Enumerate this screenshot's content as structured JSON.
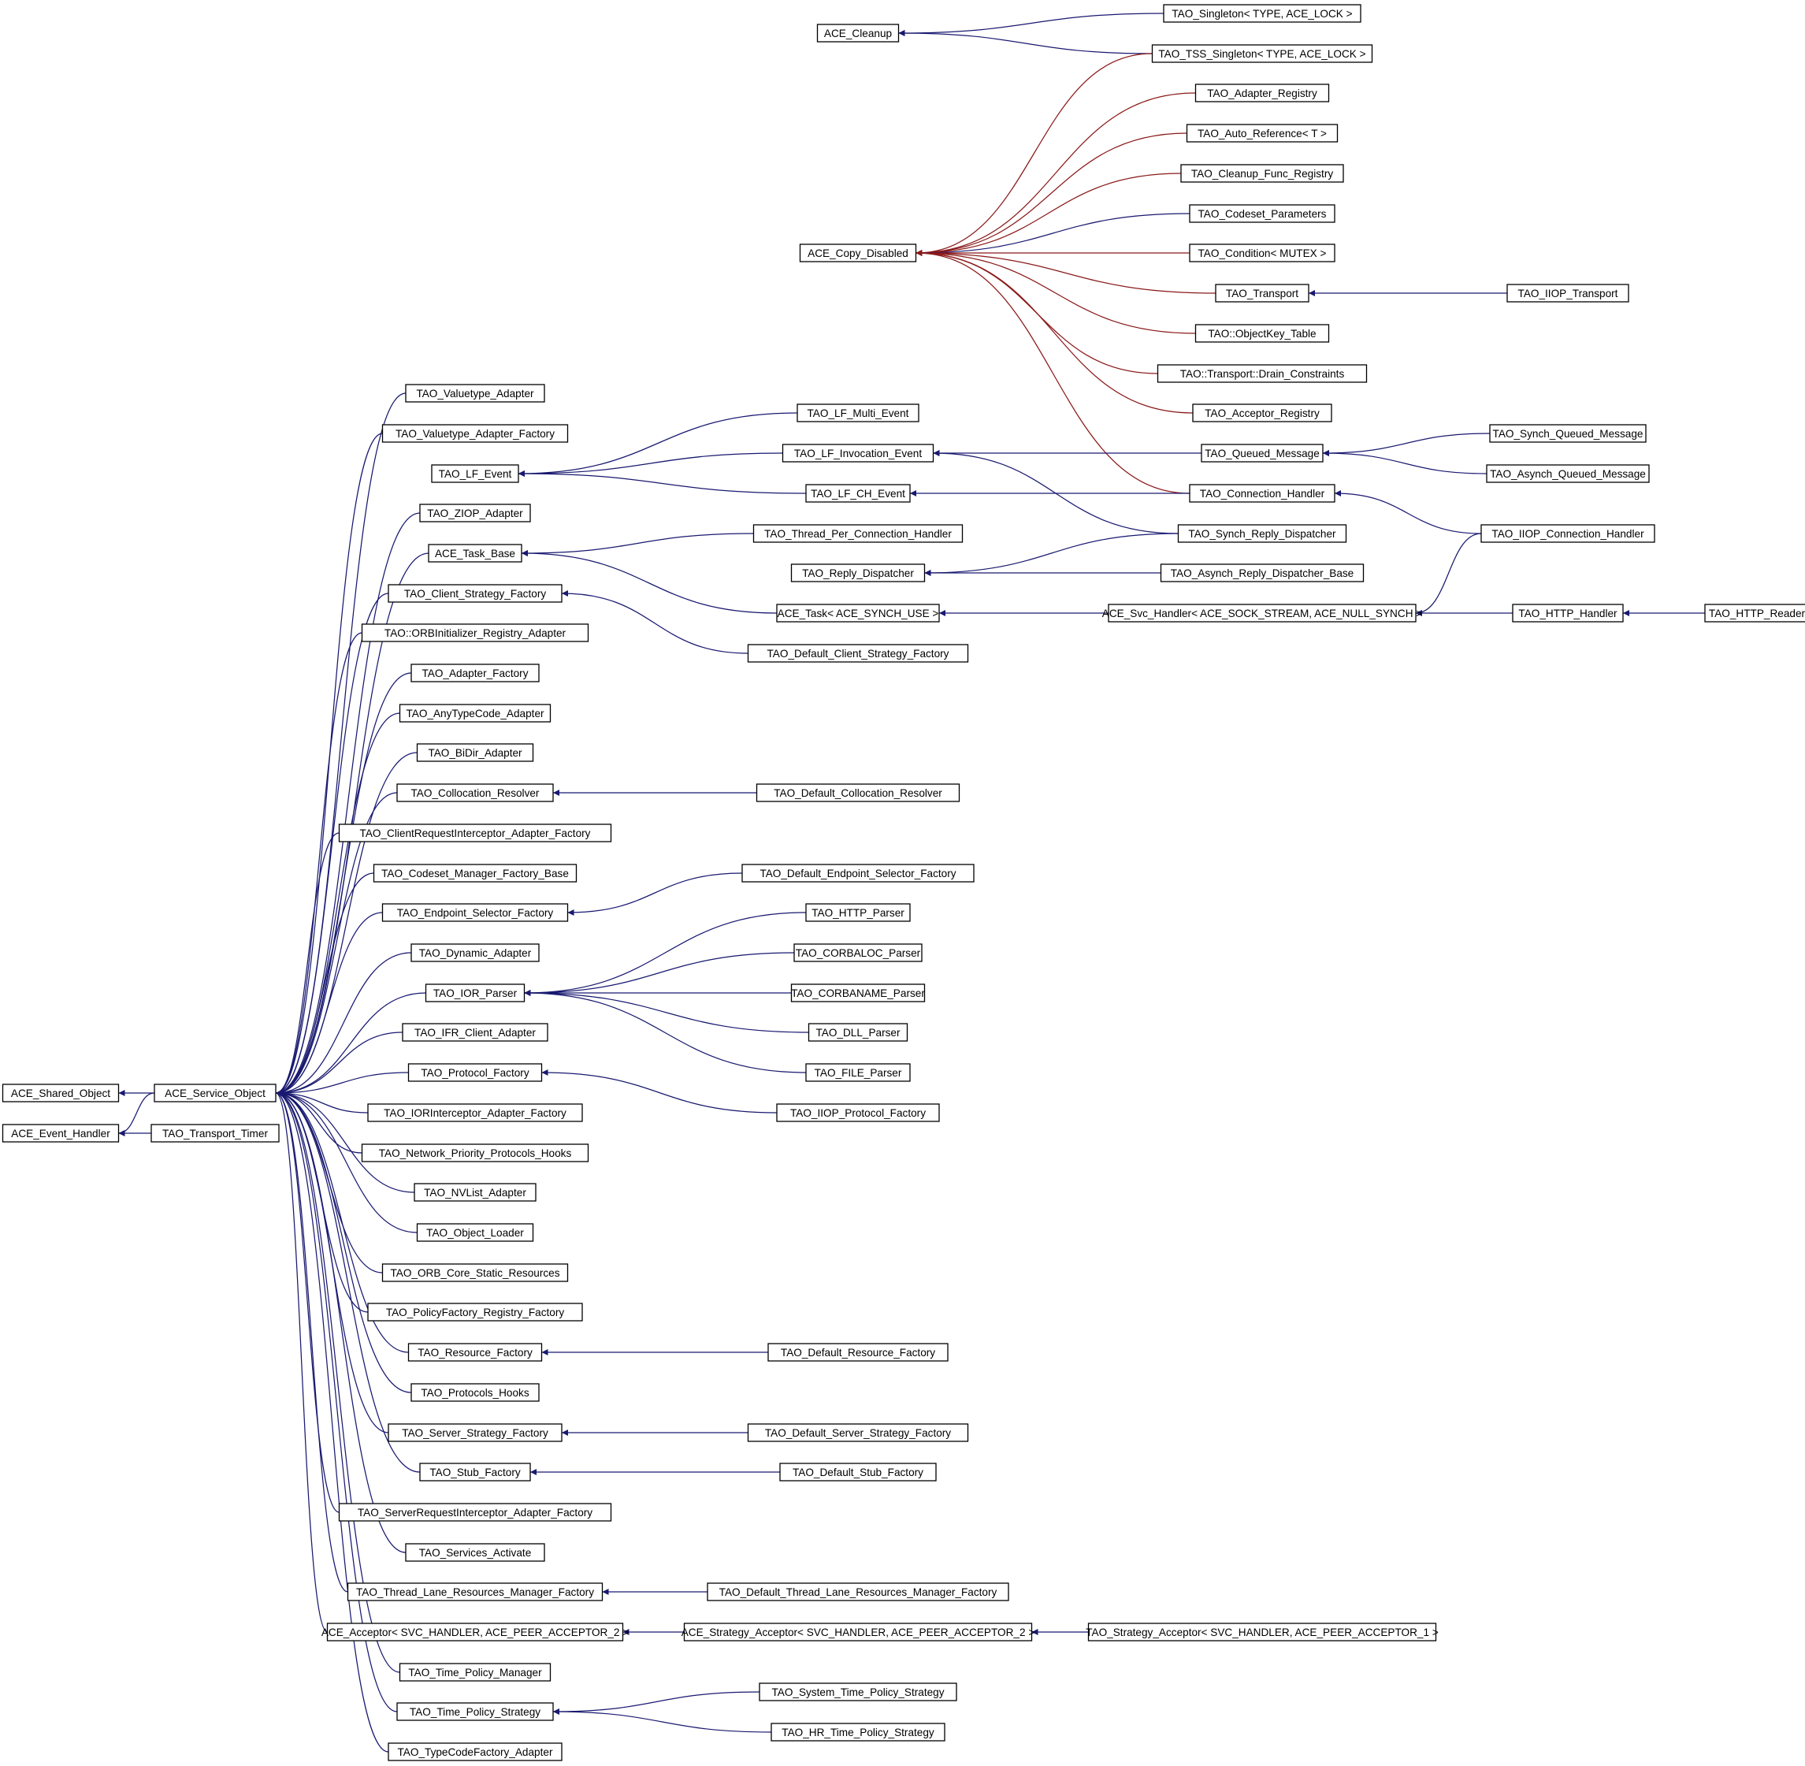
{
  "diagram": {
    "kind": "class inheritance graph",
    "colors": {
      "public_inheritance": "#191970",
      "protected_inheritance": "#8b1a1a",
      "node_border": "#000000",
      "background": "#ffffff"
    },
    "nodes": [
      {
        "id": "ace_shared_object",
        "label": "ACE_Shared_Object"
      },
      {
        "id": "ace_event_handler",
        "label": "ACE_Event_Handler"
      },
      {
        "id": "ace_service_object",
        "label": "ACE_Service_Object"
      },
      {
        "id": "tao_transport_timer",
        "label": "TAO_Transport_Timer"
      },
      {
        "id": "ace_cleanup",
        "label": "ACE_Cleanup"
      },
      {
        "id": "tao_singleton",
        "label": "TAO_Singleton< TYPE, ACE_LOCK >"
      },
      {
        "id": "tao_tss_singleton",
        "label": "TAO_TSS_Singleton< TYPE, ACE_LOCK >"
      },
      {
        "id": "ace_copy_disabled",
        "label": "ACE_Copy_Disabled"
      },
      {
        "id": "tao_adapter_registry",
        "label": "TAO_Adapter_Registry"
      },
      {
        "id": "tao_auto_reference",
        "label": "TAO_Auto_Reference< T >"
      },
      {
        "id": "tao_cleanup_func_registry",
        "label": "TAO_Cleanup_Func_Registry"
      },
      {
        "id": "tao_codeset_parameters",
        "label": "TAO_Codeset_Parameters"
      },
      {
        "id": "tao_condition",
        "label": "TAO_Condition< MUTEX >"
      },
      {
        "id": "tao_transport",
        "label": "TAO_Transport"
      },
      {
        "id": "tao_iiop_transport",
        "label": "TAO_IIOP_Transport"
      },
      {
        "id": "tao_objectkey_table",
        "label": "TAO::ObjectKey_Table"
      },
      {
        "id": "tao_drain_constraints",
        "label": "TAO::Transport::Drain_Constraints"
      },
      {
        "id": "tao_acceptor_registry",
        "label": "TAO_Acceptor_Registry"
      },
      {
        "id": "tao_queued_message",
        "label": "TAO_Queued_Message"
      },
      {
        "id": "tao_synch_queued_message",
        "label": "TAO_Synch_Queued_Message"
      },
      {
        "id": "tao_asynch_queued_message",
        "label": "TAO_Asynch_Queued_Message"
      },
      {
        "id": "tao_connection_handler",
        "label": "TAO_Connection_Handler"
      },
      {
        "id": "tao_iiop_connection_handler",
        "label": "TAO_IIOP_Connection_Handler"
      },
      {
        "id": "tao_synch_reply_dispatcher",
        "label": "TAO_Synch_Reply_Dispatcher"
      },
      {
        "id": "tao_asynch_reply_dispatcher_base",
        "label": "TAO_Asynch_Reply_Dispatcher_Base"
      },
      {
        "id": "tao_reply_dispatcher",
        "label": "TAO_Reply_Dispatcher"
      },
      {
        "id": "ace_svc_handler",
        "label": "ACE_Svc_Handler< ACE_SOCK_STREAM, ACE_NULL_SYNCH >"
      },
      {
        "id": "tao_http_handler",
        "label": "TAO_HTTP_Handler"
      },
      {
        "id": "tao_http_reader",
        "label": "TAO_HTTP_Reader"
      },
      {
        "id": "tao_valuetype_adapter",
        "label": "TAO_Valuetype_Adapter"
      },
      {
        "id": "tao_valuetype_adapter_factory",
        "label": "TAO_Valuetype_Adapter_Factory"
      },
      {
        "id": "tao_lf_event",
        "label": "TAO_LF_Event"
      },
      {
        "id": "tao_lf_multi_event",
        "label": "TAO_LF_Multi_Event"
      },
      {
        "id": "tao_lf_invocation_event",
        "label": "TAO_LF_Invocation_Event"
      },
      {
        "id": "tao_lf_ch_event",
        "label": "TAO_LF_CH_Event"
      },
      {
        "id": "tao_ziop_adapter",
        "label": "TAO_ZIOP_Adapter"
      },
      {
        "id": "ace_task_base",
        "label": "ACE_Task_Base"
      },
      {
        "id": "tao_thread_per_connection_handler",
        "label": "TAO_Thread_Per_Connection_Handler"
      },
      {
        "id": "ace_task",
        "label": "ACE_Task< ACE_SYNCH_USE >"
      },
      {
        "id": "tao_client_strategy_factory",
        "label": "TAO_Client_Strategy_Factory"
      },
      {
        "id": "tao_default_client_strategy_factory",
        "label": "TAO_Default_Client_Strategy_Factory"
      },
      {
        "id": "tao_orbinitializer_registry_adapter",
        "label": "TAO::ORBInitializer_Registry_Adapter"
      },
      {
        "id": "tao_adapter_factory",
        "label": "TAO_Adapter_Factory"
      },
      {
        "id": "tao_anytypecode_adapter",
        "label": "TAO_AnyTypeCode_Adapter"
      },
      {
        "id": "tao_bidir_adapter",
        "label": "TAO_BiDir_Adapter"
      },
      {
        "id": "tao_collocation_resolver",
        "label": "TAO_Collocation_Resolver"
      },
      {
        "id": "tao_default_collocation_resolver",
        "label": "TAO_Default_Collocation_Resolver"
      },
      {
        "id": "tao_clientrequestinterceptor_adapter_factory",
        "label": "TAO_ClientRequestInterceptor_Adapter_Factory"
      },
      {
        "id": "tao_codeset_manager_factory_base",
        "label": "TAO_Codeset_Manager_Factory_Base"
      },
      {
        "id": "tao_endpoint_selector_factory",
        "label": "TAO_Endpoint_Selector_Factory"
      },
      {
        "id": "tao_default_endpoint_selector_factory",
        "label": "TAO_Default_Endpoint_Selector_Factory"
      },
      {
        "id": "tao_dynamic_adapter",
        "label": "TAO_Dynamic_Adapter"
      },
      {
        "id": "tao_ior_parser",
        "label": "TAO_IOR_Parser"
      },
      {
        "id": "tao_http_parser",
        "label": "TAO_HTTP_Parser"
      },
      {
        "id": "tao_corbaloc_parser",
        "label": "TAO_CORBALOC_Parser"
      },
      {
        "id": "tao_corbaname_parser",
        "label": "TAO_CORBANAME_Parser"
      },
      {
        "id": "tao_dll_parser",
        "label": "TAO_DLL_Parser"
      },
      {
        "id": "tao_file_parser",
        "label": "TAO_FILE_Parser"
      },
      {
        "id": "tao_ifr_client_adapter",
        "label": "TAO_IFR_Client_Adapter"
      },
      {
        "id": "tao_protocol_factory",
        "label": "TAO_Protocol_Factory"
      },
      {
        "id": "tao_iiop_protocol_factory",
        "label": "TAO_IIOP_Protocol_Factory"
      },
      {
        "id": "tao_iorinterceptor_adapter_factory",
        "label": "TAO_IORInterceptor_Adapter_Factory"
      },
      {
        "id": "tao_network_priority_protocols_hooks",
        "label": "TAO_Network_Priority_Protocols_Hooks"
      },
      {
        "id": "tao_nvlist_adapter",
        "label": "TAO_NVList_Adapter"
      },
      {
        "id": "tao_object_loader",
        "label": "TAO_Object_Loader"
      },
      {
        "id": "tao_orb_core_static_resources",
        "label": "TAO_ORB_Core_Static_Resources"
      },
      {
        "id": "tao_policyfactory_registry_factory",
        "label": "TAO_PolicyFactory_Registry_Factory"
      },
      {
        "id": "tao_resource_factory",
        "label": "TAO_Resource_Factory"
      },
      {
        "id": "tao_default_resource_factory",
        "label": "TAO_Default_Resource_Factory"
      },
      {
        "id": "tao_protocols_hooks",
        "label": "TAO_Protocols_Hooks"
      },
      {
        "id": "tao_server_strategy_factory",
        "label": "TAO_Server_Strategy_Factory"
      },
      {
        "id": "tao_default_server_strategy_factory",
        "label": "TAO_Default_Server_Strategy_Factory"
      },
      {
        "id": "tao_stub_factory",
        "label": "TAO_Stub_Factory"
      },
      {
        "id": "tao_default_stub_factory",
        "label": "TAO_Default_Stub_Factory"
      },
      {
        "id": "tao_serverrequestinterceptor_adapter_factory",
        "label": "TAO_ServerRequestInterceptor_Adapter_Factory"
      },
      {
        "id": "tao_services_activate",
        "label": "TAO_Services_Activate"
      },
      {
        "id": "tao_thread_lane_resources_manager_factory",
        "label": "TAO_Thread_Lane_Resources_Manager_Factory"
      },
      {
        "id": "tao_default_thread_lane_resources_manager_factory",
        "label": "TAO_Default_Thread_Lane_Resources_Manager_Factory"
      },
      {
        "id": "ace_acceptor",
        "label": "ACE_Acceptor< SVC_HANDLER, ACE_PEER_ACCEPTOR_2 >"
      },
      {
        "id": "ace_strategy_acceptor",
        "label": "ACE_Strategy_Acceptor< SVC_HANDLER, ACE_PEER_ACCEPTOR_2 >"
      },
      {
        "id": "tao_strategy_acceptor",
        "label": "TAO_Strategy_Acceptor< SVC_HANDLER, ACE_PEER_ACCEPTOR_1 >"
      },
      {
        "id": "tao_time_policy_manager",
        "label": "TAO_Time_Policy_Manager"
      },
      {
        "id": "tao_time_policy_strategy",
        "label": "TAO_Time_Policy_Strategy"
      },
      {
        "id": "tao_system_time_policy_strategy",
        "label": "TAO_System_Time_Policy_Strategy"
      },
      {
        "id": "tao_hr_time_policy_strategy",
        "label": "TAO_HR_Time_Policy_Strategy"
      },
      {
        "id": "tao_typecodefactory_adapter",
        "label": "TAO_TypeCodeFactory_Adapter"
      }
    ],
    "edges": [
      {
        "base": "ace_shared_object",
        "derived": "ace_service_object",
        "kind": "public"
      },
      {
        "base": "ace_event_handler",
        "derived": "ace_service_object",
        "kind": "public"
      },
      {
        "base": "ace_event_handler",
        "derived": "tao_transport_timer",
        "kind": "public"
      },
      {
        "base": "ace_cleanup",
        "derived": "tao_singleton",
        "kind": "public"
      },
      {
        "base": "ace_cleanup",
        "derived": "tao_tss_singleton",
        "kind": "public"
      },
      {
        "base": "ace_copy_disabled",
        "derived": "tao_tss_singleton",
        "kind": "protected"
      },
      {
        "base": "ace_copy_disabled",
        "derived": "tao_adapter_registry",
        "kind": "protected"
      },
      {
        "base": "ace_copy_disabled",
        "derived": "tao_auto_reference",
        "kind": "protected"
      },
      {
        "base": "ace_copy_disabled",
        "derived": "tao_cleanup_func_registry",
        "kind": "protected"
      },
      {
        "base": "ace_copy_disabled",
        "derived": "tao_codeset_parameters",
        "kind": "public"
      },
      {
        "base": "ace_copy_disabled",
        "derived": "tao_condition",
        "kind": "protected"
      },
      {
        "base": "ace_copy_disabled",
        "derived": "tao_transport",
        "kind": "protected"
      },
      {
        "base": "ace_copy_disabled",
        "derived": "tao_objectkey_table",
        "kind": "protected"
      },
      {
        "base": "ace_copy_disabled",
        "derived": "tao_drain_constraints",
        "kind": "protected"
      },
      {
        "base": "ace_copy_disabled",
        "derived": "tao_acceptor_registry",
        "kind": "protected"
      },
      {
        "base": "ace_copy_disabled",
        "derived": "tao_connection_handler",
        "kind": "protected"
      },
      {
        "base": "tao_transport",
        "derived": "tao_iiop_transport",
        "kind": "public"
      },
      {
        "base": "tao_queued_message",
        "derived": "tao_synch_queued_message",
        "kind": "public"
      },
      {
        "base": "tao_queued_message",
        "derived": "tao_asynch_queued_message",
        "kind": "public"
      },
      {
        "base": "tao_connection_handler",
        "derived": "tao_iiop_connection_handler",
        "kind": "public"
      },
      {
        "base": "tao_reply_dispatcher",
        "derived": "tao_synch_reply_dispatcher",
        "kind": "public"
      },
      {
        "base": "tao_reply_dispatcher",
        "derived": "tao_asynch_reply_dispatcher_base",
        "kind": "public"
      },
      {
        "base": "ace_svc_handler",
        "derived": "tao_iiop_connection_handler",
        "kind": "public"
      },
      {
        "base": "ace_svc_handler",
        "derived": "tao_http_handler",
        "kind": "public"
      },
      {
        "base": "tao_http_handler",
        "derived": "tao_http_reader",
        "kind": "public"
      },
      {
        "base": "tao_lf_event",
        "derived": "tao_lf_multi_event",
        "kind": "public"
      },
      {
        "base": "tao_lf_event",
        "derived": "tao_lf_invocation_event",
        "kind": "public"
      },
      {
        "base": "tao_lf_event",
        "derived": "tao_lf_ch_event",
        "kind": "public"
      },
      {
        "base": "tao_lf_invocation_event",
        "derived": "tao_queued_message",
        "kind": "public"
      },
      {
        "base": "tao_lf_invocation_event",
        "derived": "tao_synch_reply_dispatcher",
        "kind": "public"
      },
      {
        "base": "tao_lf_ch_event",
        "derived": "tao_connection_handler",
        "kind": "public"
      },
      {
        "base": "ace_task_base",
        "derived": "tao_thread_per_connection_handler",
        "kind": "public"
      },
      {
        "base": "ace_task_base",
        "derived": "ace_task",
        "kind": "public"
      },
      {
        "base": "ace_task",
        "derived": "ace_svc_handler",
        "kind": "public"
      },
      {
        "base": "tao_client_strategy_factory",
        "derived": "tao_default_client_strategy_factory",
        "kind": "public"
      },
      {
        "base": "tao_collocation_resolver",
        "derived": "tao_default_collocation_resolver",
        "kind": "public"
      },
      {
        "base": "tao_endpoint_selector_factory",
        "derived": "tao_default_endpoint_selector_factory",
        "kind": "public"
      },
      {
        "base": "tao_ior_parser",
        "derived": "tao_http_parser",
        "kind": "public"
      },
      {
        "base": "tao_ior_parser",
        "derived": "tao_corbaloc_parser",
        "kind": "public"
      },
      {
        "base": "tao_ior_parser",
        "derived": "tao_corbaname_parser",
        "kind": "public"
      },
      {
        "base": "tao_ior_parser",
        "derived": "tao_dll_parser",
        "kind": "public"
      },
      {
        "base": "tao_ior_parser",
        "derived": "tao_file_parser",
        "kind": "public"
      },
      {
        "base": "tao_protocol_factory",
        "derived": "tao_iiop_protocol_factory",
        "kind": "public"
      },
      {
        "base": "tao_resource_factory",
        "derived": "tao_default_resource_factory",
        "kind": "public"
      },
      {
        "base": "tao_server_strategy_factory",
        "derived": "tao_default_server_strategy_factory",
        "kind": "public"
      },
      {
        "base": "tao_stub_factory",
        "derived": "tao_default_stub_factory",
        "kind": "public"
      },
      {
        "base": "tao_thread_lane_resources_manager_factory",
        "derived": "tao_default_thread_lane_resources_manager_factory",
        "kind": "public"
      },
      {
        "base": "ace_acceptor",
        "derived": "ace_strategy_acceptor",
        "kind": "public"
      },
      {
        "base": "ace_strategy_acceptor",
        "derived": "tao_strategy_acceptor",
        "kind": "public"
      },
      {
        "base": "tao_time_policy_strategy",
        "derived": "tao_system_time_policy_strategy",
        "kind": "public"
      },
      {
        "base": "tao_time_policy_strategy",
        "derived": "tao_hr_time_policy_strategy",
        "kind": "public"
      },
      {
        "base": "ace_service_object",
        "derived": "tao_valuetype_adapter",
        "kind": "public"
      },
      {
        "base": "ace_service_object",
        "derived": "tao_valuetype_adapter_factory",
        "kind": "public"
      },
      {
        "base": "ace_service_object",
        "derived": "tao_ziop_adapter",
        "kind": "public"
      },
      {
        "base": "ace_service_object",
        "derived": "ace_task_base",
        "kind": "public"
      },
      {
        "base": "ace_service_object",
        "derived": "tao_client_strategy_factory",
        "kind": "public"
      },
      {
        "base": "ace_service_object",
        "derived": "tao_orbinitializer_registry_adapter",
        "kind": "public"
      },
      {
        "base": "ace_service_object",
        "derived": "tao_adapter_factory",
        "kind": "public"
      },
      {
        "base": "ace_service_object",
        "derived": "tao_anytypecode_adapter",
        "kind": "public"
      },
      {
        "base": "ace_service_object",
        "derived": "tao_bidir_adapter",
        "kind": "public"
      },
      {
        "base": "ace_service_object",
        "derived": "tao_collocation_resolver",
        "kind": "public"
      },
      {
        "base": "ace_service_object",
        "derived": "tao_clientrequestinterceptor_adapter_factory",
        "kind": "public"
      },
      {
        "base": "ace_service_object",
        "derived": "tao_codeset_manager_factory_base",
        "kind": "public"
      },
      {
        "base": "ace_service_object",
        "derived": "tao_endpoint_selector_factory",
        "kind": "public"
      },
      {
        "base": "ace_service_object",
        "derived": "tao_dynamic_adapter",
        "kind": "public"
      },
      {
        "base": "ace_service_object",
        "derived": "tao_ior_parser",
        "kind": "public"
      },
      {
        "base": "ace_service_object",
        "derived": "tao_ifr_client_adapter",
        "kind": "public"
      },
      {
        "base": "ace_service_object",
        "derived": "tao_protocol_factory",
        "kind": "public"
      },
      {
        "base": "ace_service_object",
        "derived": "tao_iorinterceptor_adapter_factory",
        "kind": "public"
      },
      {
        "base": "ace_service_object",
        "derived": "tao_network_priority_protocols_hooks",
        "kind": "public"
      },
      {
        "base": "ace_service_object",
        "derived": "tao_nvlist_adapter",
        "kind": "public"
      },
      {
        "base": "ace_service_object",
        "derived": "tao_object_loader",
        "kind": "public"
      },
      {
        "base": "ace_service_object",
        "derived": "tao_orb_core_static_resources",
        "kind": "public"
      },
      {
        "base": "ace_service_object",
        "derived": "tao_policyfactory_registry_factory",
        "kind": "public"
      },
      {
        "base": "ace_service_object",
        "derived": "tao_resource_factory",
        "kind": "public"
      },
      {
        "base": "ace_service_object",
        "derived": "tao_protocols_hooks",
        "kind": "public"
      },
      {
        "base": "ace_service_object",
        "derived": "tao_server_strategy_factory",
        "kind": "public"
      },
      {
        "base": "ace_service_object",
        "derived": "tao_stub_factory",
        "kind": "public"
      },
      {
        "base": "ace_service_object",
        "derived": "tao_serverrequestinterceptor_adapter_factory",
        "kind": "public"
      },
      {
        "base": "ace_service_object",
        "derived": "tao_services_activate",
        "kind": "public"
      },
      {
        "base": "ace_service_object",
        "derived": "tao_thread_lane_resources_manager_factory",
        "kind": "public"
      },
      {
        "base": "ace_service_object",
        "derived": "ace_acceptor",
        "kind": "public"
      },
      {
        "base": "ace_service_object",
        "derived": "tao_time_policy_manager",
        "kind": "public"
      },
      {
        "base": "ace_service_object",
        "derived": "tao_time_policy_strategy",
        "kind": "public"
      },
      {
        "base": "ace_service_object",
        "derived": "tao_typecodefactory_adapter",
        "kind": "public"
      }
    ]
  }
}
